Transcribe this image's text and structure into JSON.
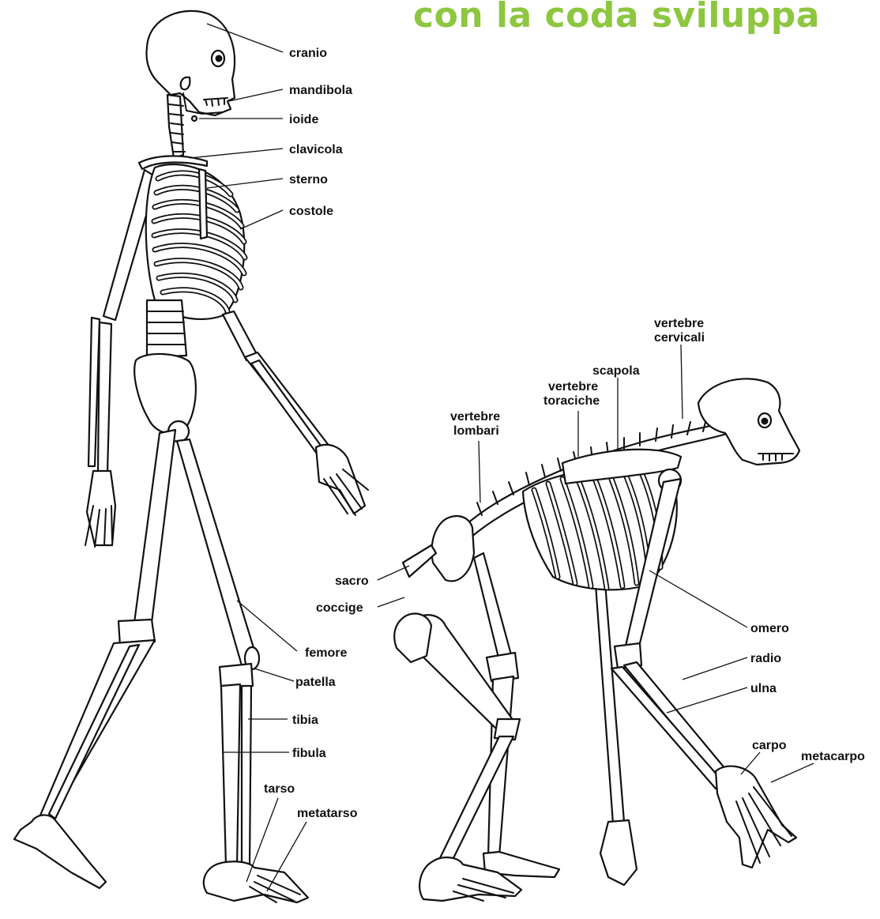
{
  "title": {
    "text": "con la coda sviluppa",
    "color": "#8dc63f"
  },
  "human_labels": {
    "cranio": "cranio",
    "mandibola": "mandibola",
    "ioide": "ioide",
    "clavicola": "clavicola",
    "sterno": "sterno",
    "costole": "costole",
    "femore": "femore",
    "patella": "patella",
    "tibia": "tibia",
    "fibula": "fibula",
    "tarso": "tarso",
    "metatarso": "metatarso"
  },
  "ape_labels": {
    "vertebre_cervicali_1": "vertebre",
    "vertebre_cervicali_2": "cervicali",
    "scapola": "scapola",
    "vertebre_toraciche_1": "vertebre",
    "vertebre_toraciche_2": "toraciche",
    "vertebre_lombari_1": "vertebre",
    "vertebre_lombari_2": "lombari",
    "sacro": "sacro",
    "coccige": "coccige",
    "omero": "omero",
    "radio": "radio",
    "ulna": "ulna",
    "carpo": "carpo",
    "metacarpo": "metacarpo"
  }
}
